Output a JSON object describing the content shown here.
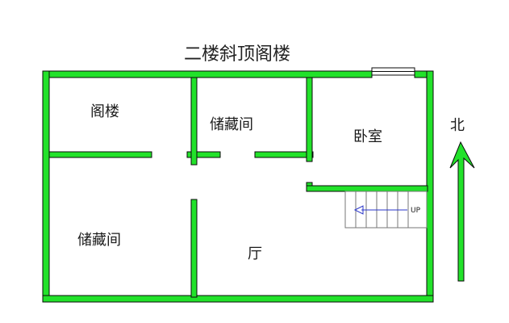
{
  "title": "二楼斜顶阁楼",
  "north_label": "北",
  "stair_label": "UP",
  "rooms": [
    {
      "name": "阁楼"
    },
    {
      "name": "储藏间"
    },
    {
      "name": "卧室"
    },
    {
      "name": "储藏间"
    },
    {
      "name": "厅"
    }
  ],
  "colors": {
    "wall_fill": "#22e22a",
    "wall_stroke": "#0a0a0a",
    "text": "#1a1a1a",
    "stair_lines": "#777777",
    "arrow": "#2a35c8"
  }
}
